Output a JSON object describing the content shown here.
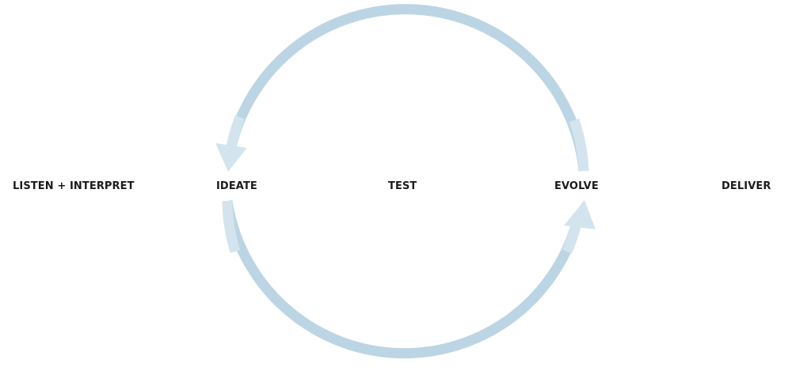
{
  "stages": [
    {
      "label": "LISTEN + INTERPRET"
    },
    {
      "label": "IDEATE"
    },
    {
      "label": "TEST"
    },
    {
      "label": "EVOLVE"
    },
    {
      "label": "DELIVER"
    }
  ],
  "colors": {
    "arc": "#bcd5e4",
    "arc_light": "#d3e4ee",
    "label": "#1b1b1b",
    "background": "#ffffff"
  }
}
